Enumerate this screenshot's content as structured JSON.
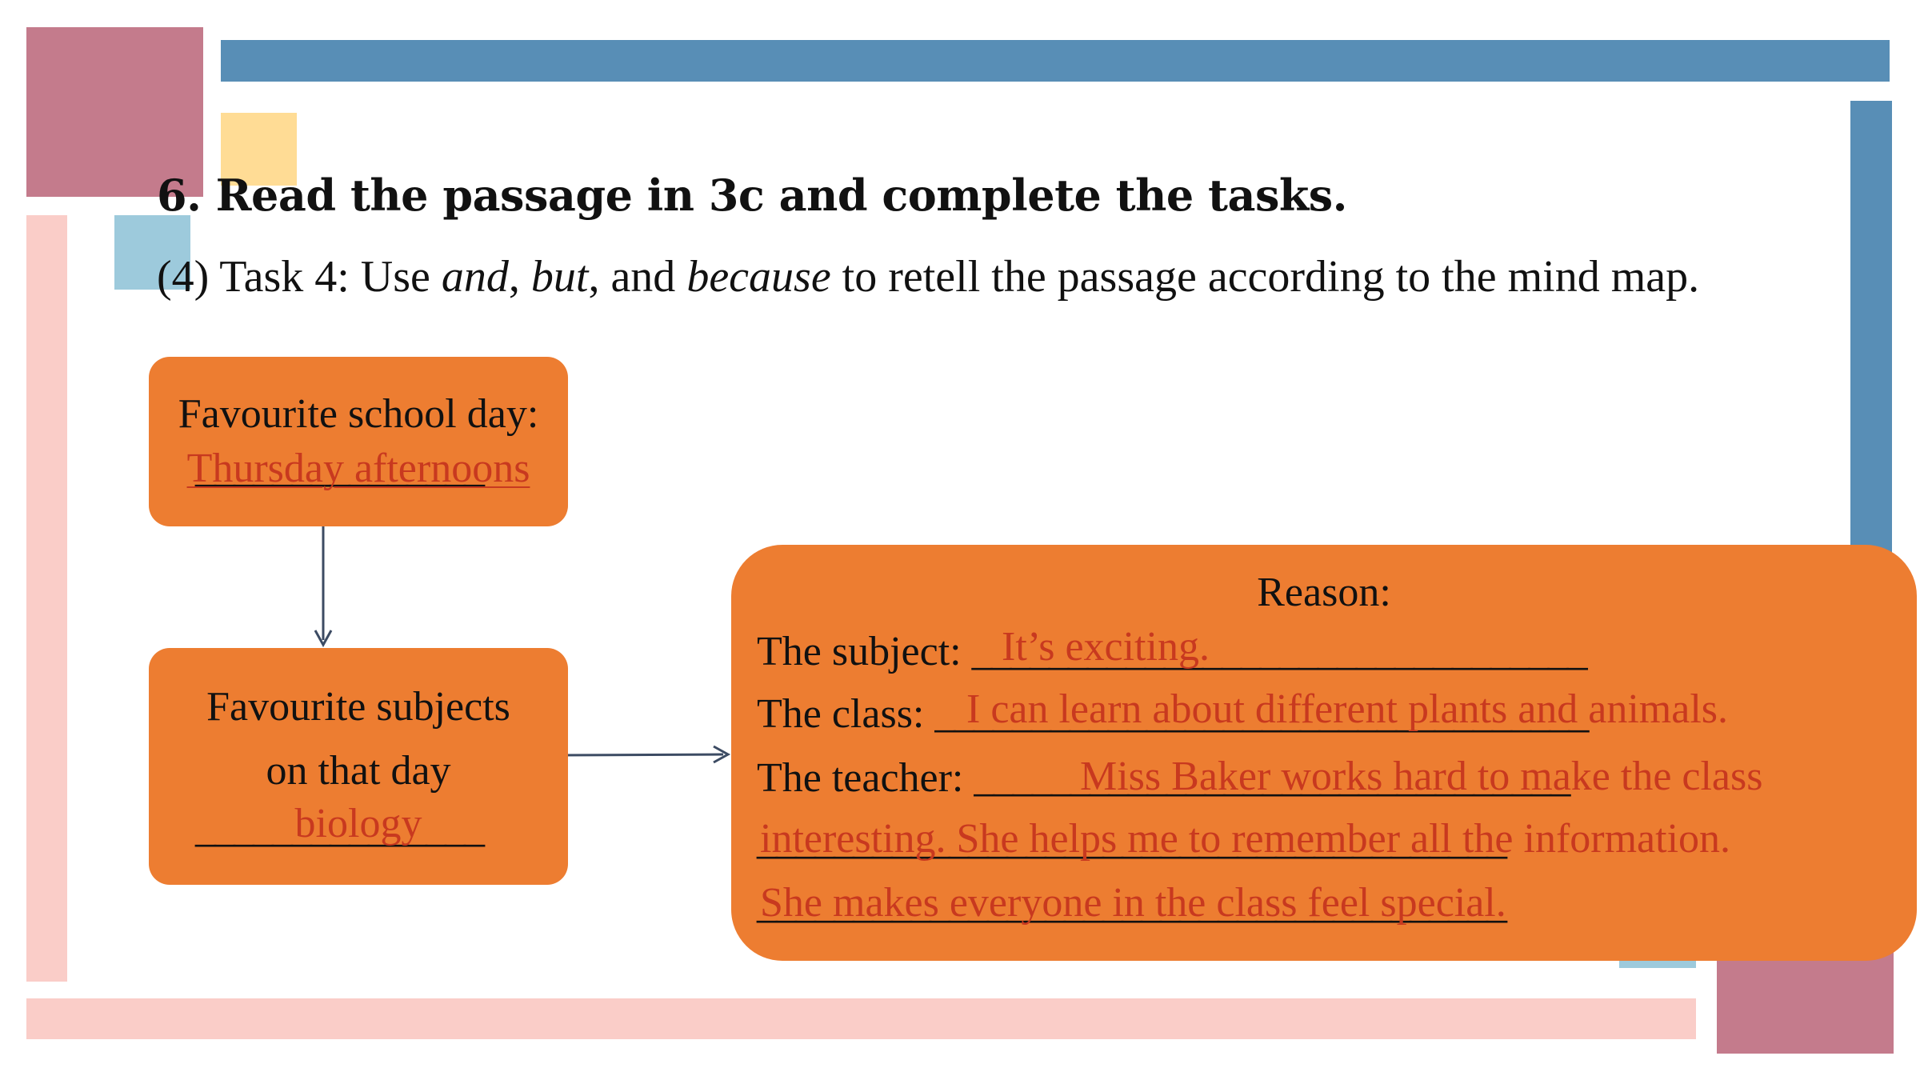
{
  "colors": {
    "accent_orange": "#ED7D31",
    "answer_red": "#C8391F",
    "deco_blue": "#588EB6",
    "deco_rose": "#C47B8C",
    "deco_pink": "#FACDC8",
    "deco_yellow": "#FFDC95",
    "deco_lightblue": "#9DCADC"
  },
  "heading": {
    "title": "6. Read the passage in 3c and complete the tasks.",
    "task_prefix": "(4) Task 4: Use ",
    "word_and": "and",
    "comma1": ", ",
    "word_but": "but",
    "comma2": ", and ",
    "word_because": "because",
    "task_suffix": " to retell the passage according to the mind map."
  },
  "mindmap": {
    "day_box": {
      "label": "Favourite school day:",
      "blank": "_______________",
      "answer": "Thursday afternoons"
    },
    "subjects_box": {
      "label_line1": "Favourite subjects",
      "label_line2": "on that day",
      "blank": "_______________",
      "answer": "biology"
    },
    "reason_box": {
      "heading": "Reason:",
      "subject_label": "The subject: ",
      "subject_blank": "________________________________",
      "subject_answer": "It’s exciting.",
      "class_label": "The class: ",
      "class_blank": "__________________________________",
      "class_answer": "I can learn about different plants and animals.",
      "teacher_label": "The teacher: ",
      "teacher_blank": "_______________________________",
      "teacher_answer_line1": "Miss Baker works hard to make the class",
      "teacher_answer_line2": "interesting. She helps me to remember all the information.",
      "teacher_answer_line3": "She makes everyone in the class feel special.",
      "blank_line2": "_______________________________________",
      "blank_line3": "_______________________________________"
    }
  }
}
